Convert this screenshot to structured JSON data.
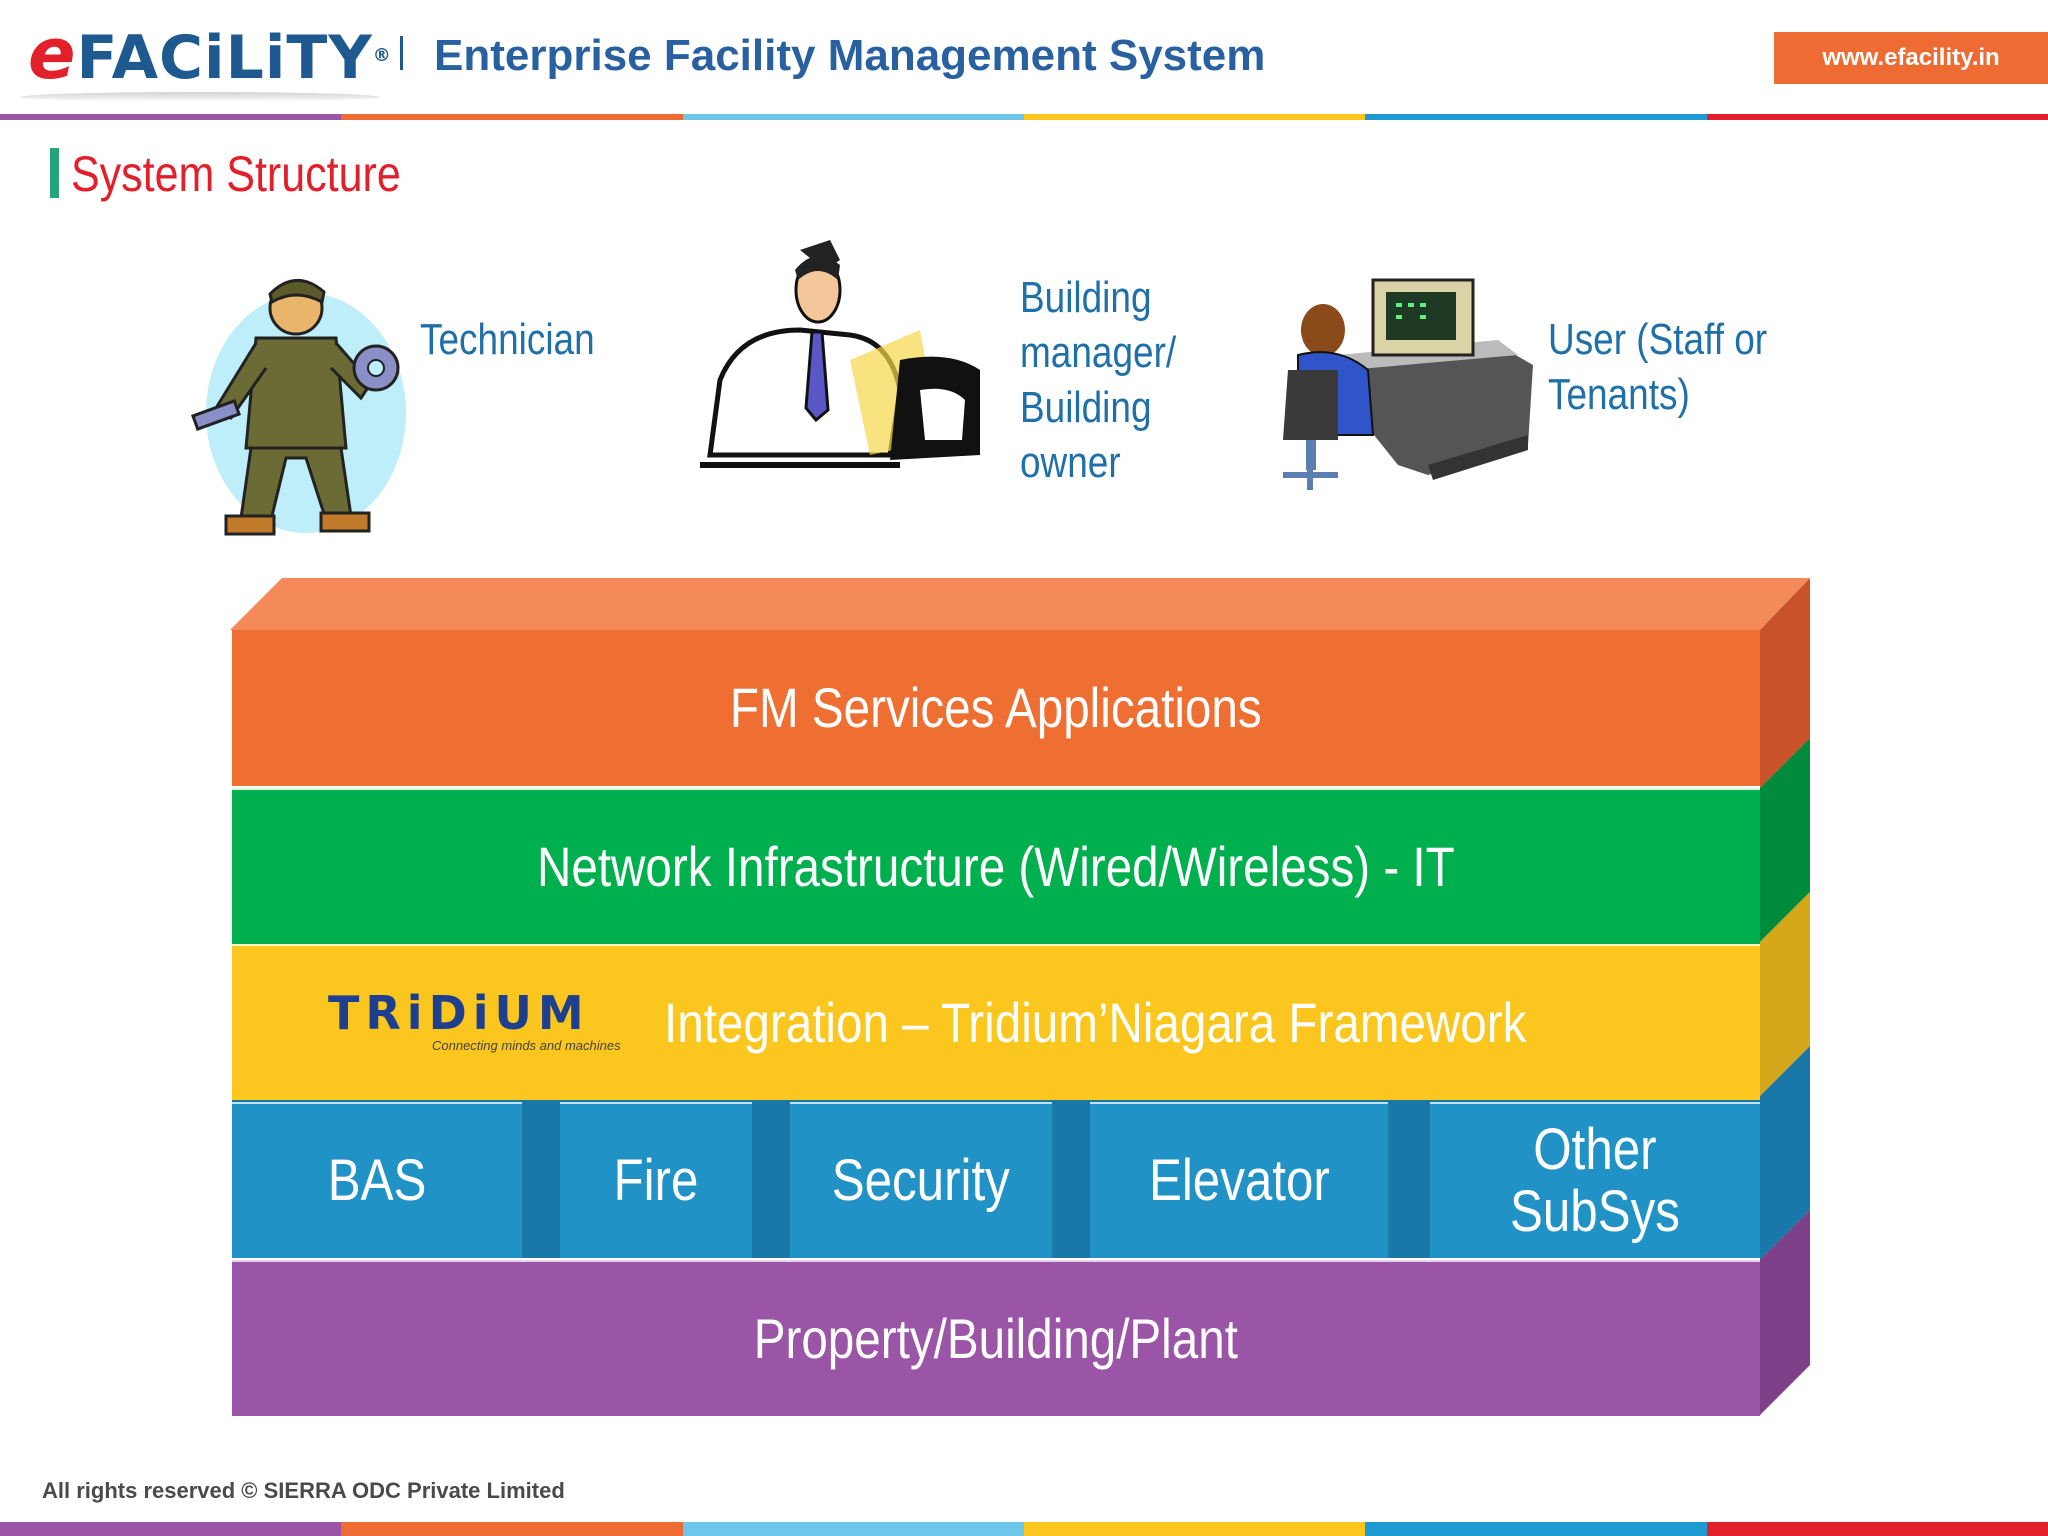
{
  "header": {
    "logo_prefix": "e",
    "logo_text": "FACiLiTY",
    "logo_reg": "®",
    "subtitle": "Enterprise Facility Management System",
    "website": "www.efacility.in"
  },
  "colors": {
    "orange": "#ef6f33",
    "green": "#00b04f",
    "yellow": "#fbc61e",
    "blue": "#2192c6",
    "purple": "#9b55a6",
    "accent_red": "#e2202b",
    "accent_blue": "#1e5a8f"
  },
  "section_title": "System Structure",
  "actors": [
    {
      "label": "Technician",
      "icon": "technician-icon"
    },
    {
      "label": "Building\nmanager/\nBuilding\nowner",
      "icon": "manager-icon"
    },
    {
      "label": "User (Staff or\nTenants)",
      "icon": "computer-user-icon"
    }
  ],
  "stack": {
    "layers": [
      {
        "label": "FM Services Applications"
      },
      {
        "label": "Network Infrastructure (Wired/Wireless) - IT"
      },
      {
        "label": "Integration – Tridium’Niagara Framework"
      },
      {
        "label": "Property/Building/Plant"
      }
    ],
    "tridium_logo": {
      "text": "TRiDiUM",
      "tagline": "Connecting minds and machines"
    },
    "subsystems": [
      "BAS",
      "Fire",
      "Security",
      "Elevator",
      "Other\nSubSys"
    ]
  },
  "footer": {
    "copyright": "All rights reserved © SIERRA ODC Private Limited"
  }
}
